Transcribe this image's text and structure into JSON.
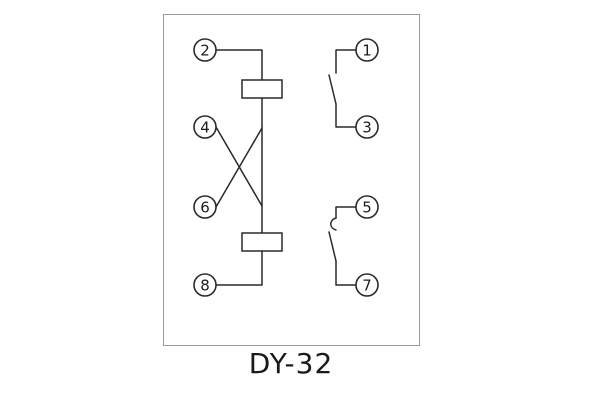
{
  "diagram": {
    "caption": "DY-32",
    "terminals": {
      "t1": "1",
      "t2": "2",
      "t3": "3",
      "t4": "4",
      "t5": "5",
      "t6": "6",
      "t7": "7",
      "t8": "8"
    },
    "colors": {
      "line": "#2a2a2a",
      "frame": "#9a9a9a"
    }
  }
}
